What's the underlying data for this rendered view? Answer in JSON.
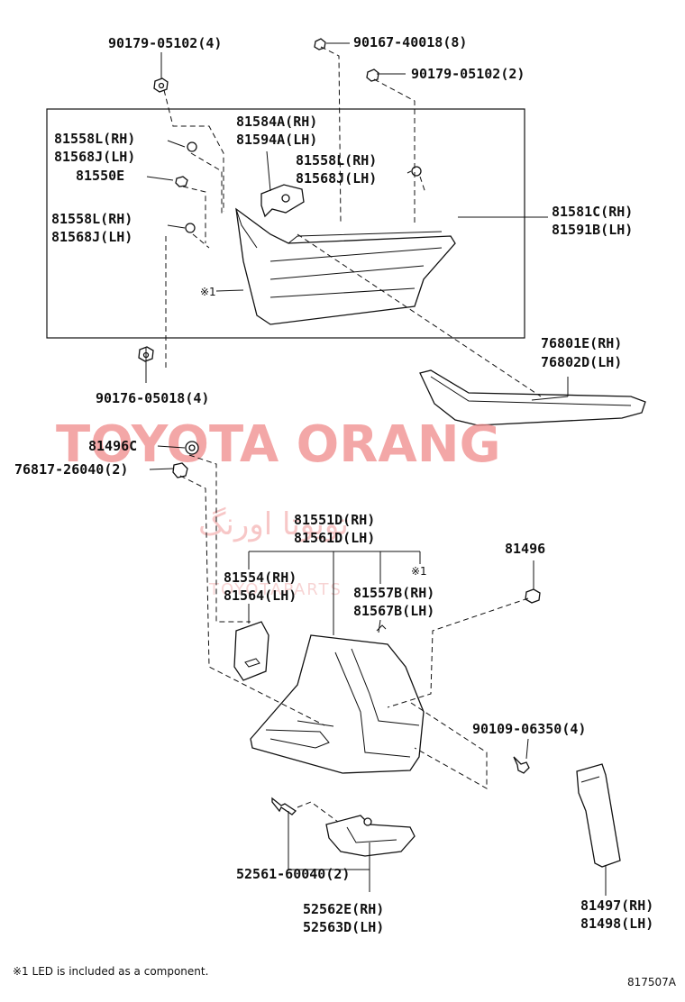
{
  "watermark": {
    "main": "TOYOTA ORANG",
    "persian": "تویوتا اورنگ",
    "sub": "TOYOTAPARTS"
  },
  "labels": {
    "p90179_4": "90179-05102(4)",
    "p90167": "90167-40018(8)",
    "p90179_2": "90179-05102(2)",
    "p81584a": "81584A(RH)",
    "p81594a": "81594A(LH)",
    "p81558l_a": "81558L(RH)",
    "p81568j_a": "81568J(LH)",
    "p81550e": "81550E",
    "p81558l_b": "81558L(RH)",
    "p81568j_b": "81568J(LH)",
    "p81558l_c": "81558L(RH)",
    "p81568j_c": "81568J(LH)",
    "p81581c": "81581C(RH)",
    "p81591b": "81591B(LH)",
    "note_mark_1": "※1",
    "p76801e": "76801E(RH)",
    "p76802d": "76802D(LH)",
    "p90176": "90176-05018(4)",
    "p81496c": "81496C",
    "p76817": "76817-26040(2)",
    "p81551d": "81551D(RH)",
    "p81561d": "81561D(LH)",
    "note_mark_2": "※1",
    "p81496": "81496",
    "p81554": "81554(RH)",
    "p81564": "81564(LH)",
    "p81557b": "81557B(RH)",
    "p81567b": "81567B(LH)",
    "p90109": "90109-06350(4)",
    "p52561": "52561-60040(2)",
    "p52562e": "52562E(RH)",
    "p52563d": "52563D(LH)",
    "p81497": "81497(RH)",
    "p81498": "81498(LH)"
  },
  "footnote": "※1 LED is included as a component.",
  "diagram_code": "817507A"
}
